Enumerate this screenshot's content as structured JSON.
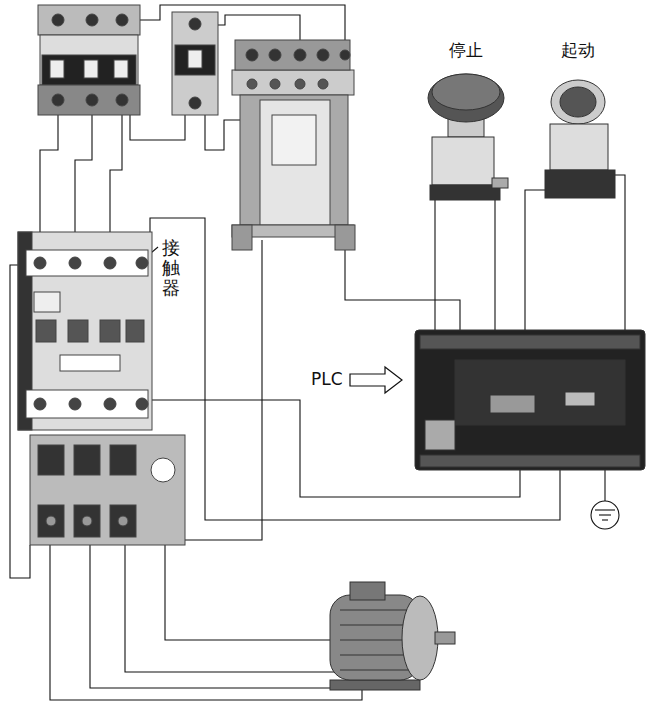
{
  "diagram": {
    "labels": [
      "停止",
      "起动",
      "接触器",
      "PLC"
    ]
  }
}
